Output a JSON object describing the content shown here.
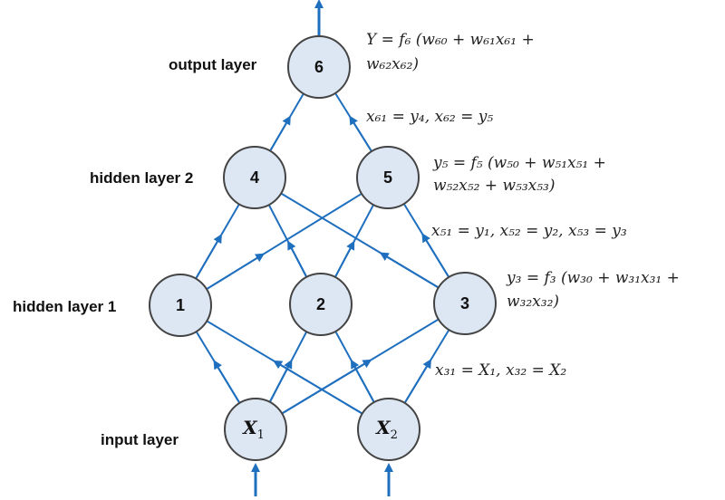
{
  "colors": {
    "edge": "#1f6fbf",
    "node_fill": "#dde7f3",
    "node_stroke": "#444444"
  },
  "layers": {
    "output": "output layer",
    "hidden2": "hidden layer 2",
    "hidden1": "hidden layer 1",
    "input": "input layer"
  },
  "nodes": {
    "n6": "6",
    "n4": "4",
    "n5": "5",
    "n1": "1",
    "n2": "2",
    "n3": "3",
    "x1": "X",
    "x1_sub": "1",
    "x2": "X",
    "x2_sub": "2"
  },
  "equations": {
    "eq6_line1": "Y = f₆ (w₆₀ + w₆₁x₆₁ +",
    "eq6_line2": "w₆₂x₆₂)",
    "eq6_inputs": "x₆₁ = y₄, x₆₂ = y₅",
    "eq5_line1": "y₅ = f₅ (w₅₀ + w₅₁x₅₁ +",
    "eq5_line2": "w₅₂x₅₂ + w₅₃x₅₃)",
    "eq5_inputs": "x₅₁ = y₁, x₅₂ = y₂, x₅₃ = y₃",
    "eq3_line1": "y₃ = f₃ (w₃₀ + w₃₁x₃₁ +",
    "eq3_line2": "w₃₂x₃₂)",
    "eq3_inputs": "x₃₁ = X₁, x₃₂ = X₂"
  }
}
